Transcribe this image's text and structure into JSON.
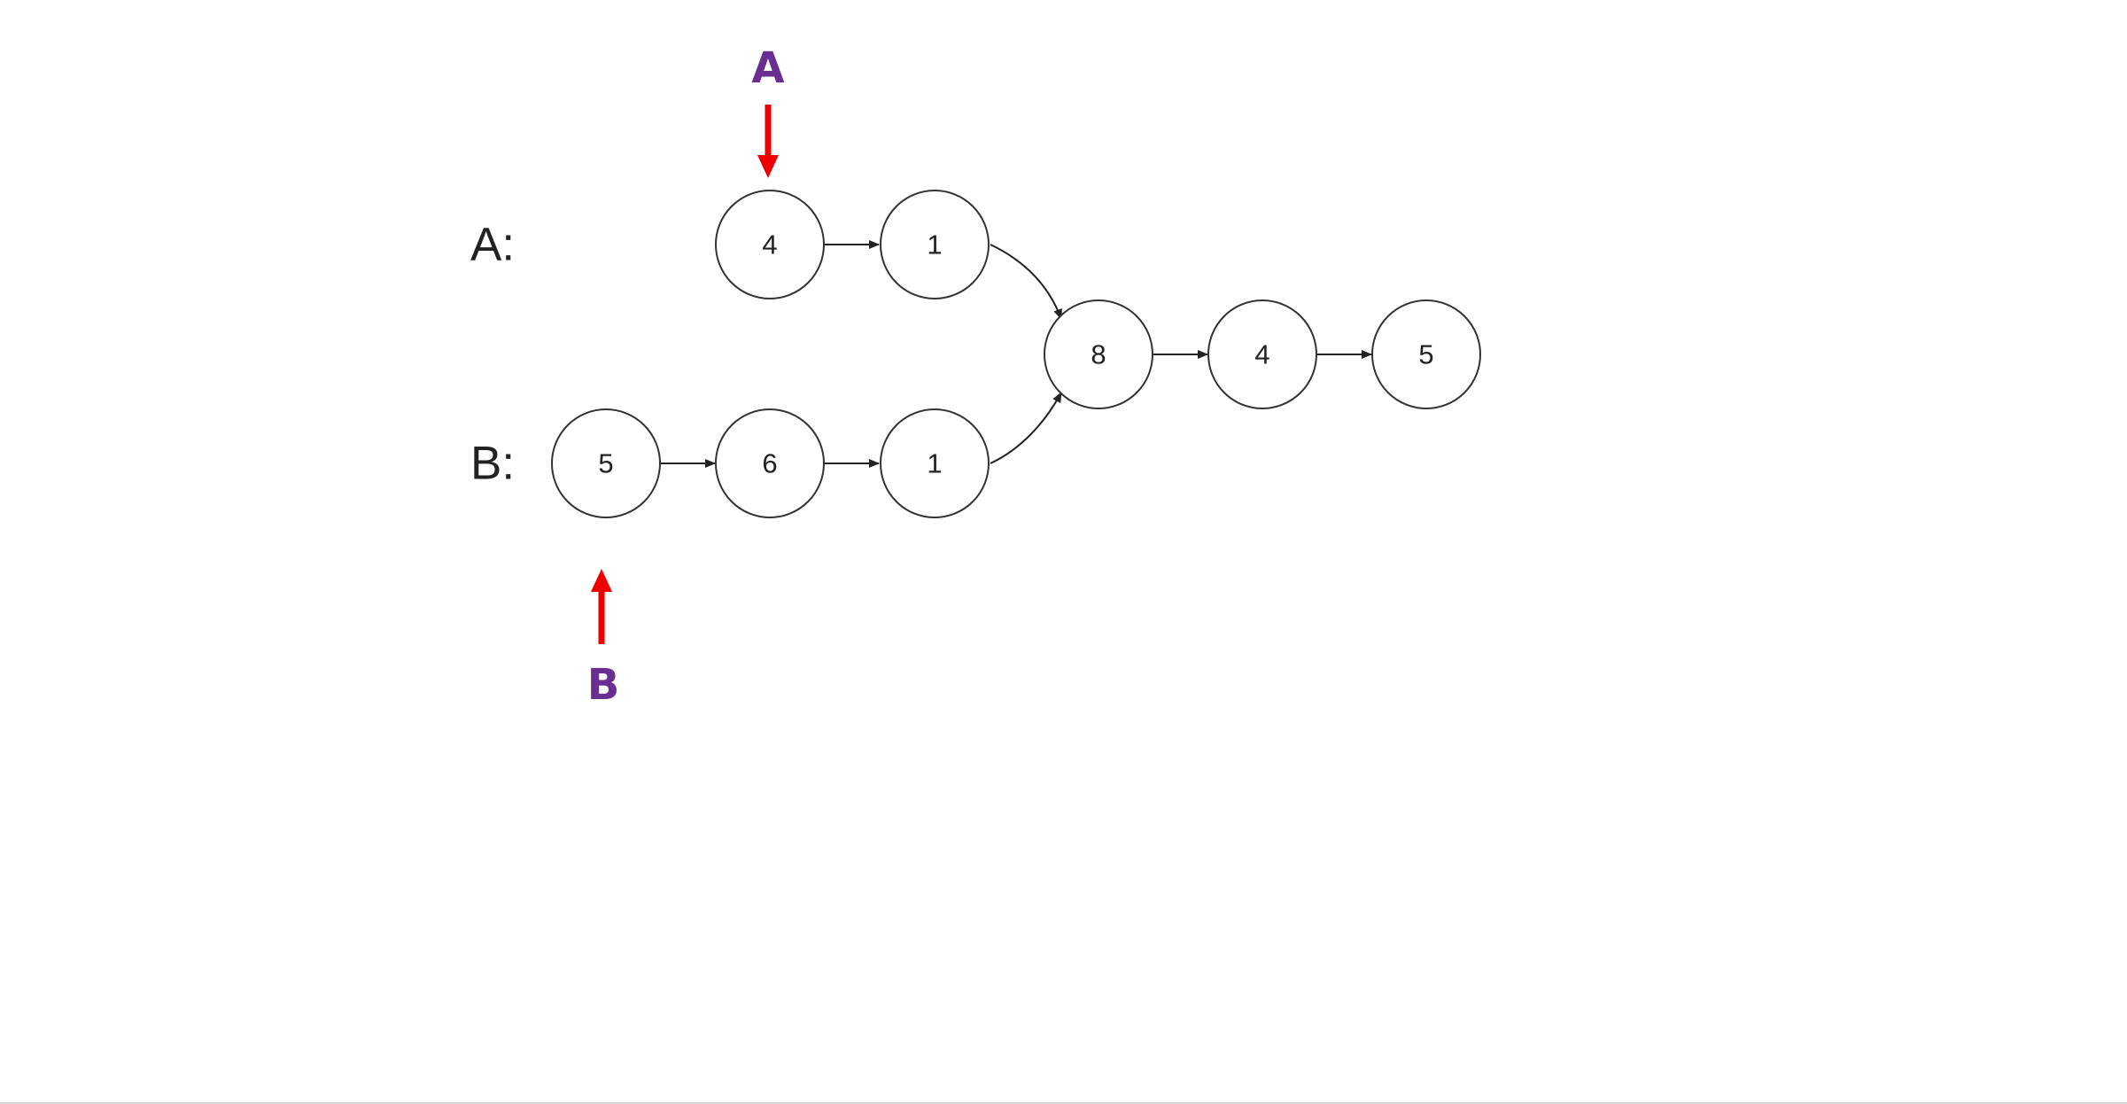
{
  "diagram": {
    "row_labels": {
      "a": "A:",
      "b": "B:"
    },
    "nodes": {
      "a1": "4",
      "a2": "1",
      "b1": "5",
      "b2": "6",
      "b3": "1",
      "c1": "8",
      "c2": "4",
      "c3": "5"
    },
    "pointers": {
      "a": {
        "label": "A",
        "color": "#ee0000",
        "label_color": "#6a2d91"
      },
      "b": {
        "label": "B",
        "color": "#ee0000",
        "label_color": "#6a2d91"
      }
    },
    "edges": [
      [
        "a1",
        "a2"
      ],
      [
        "a2",
        "c1"
      ],
      [
        "b1",
        "b2"
      ],
      [
        "b2",
        "b3"
      ],
      [
        "b3",
        "c1"
      ],
      [
        "c1",
        "c2"
      ],
      [
        "c2",
        "c3"
      ]
    ]
  }
}
